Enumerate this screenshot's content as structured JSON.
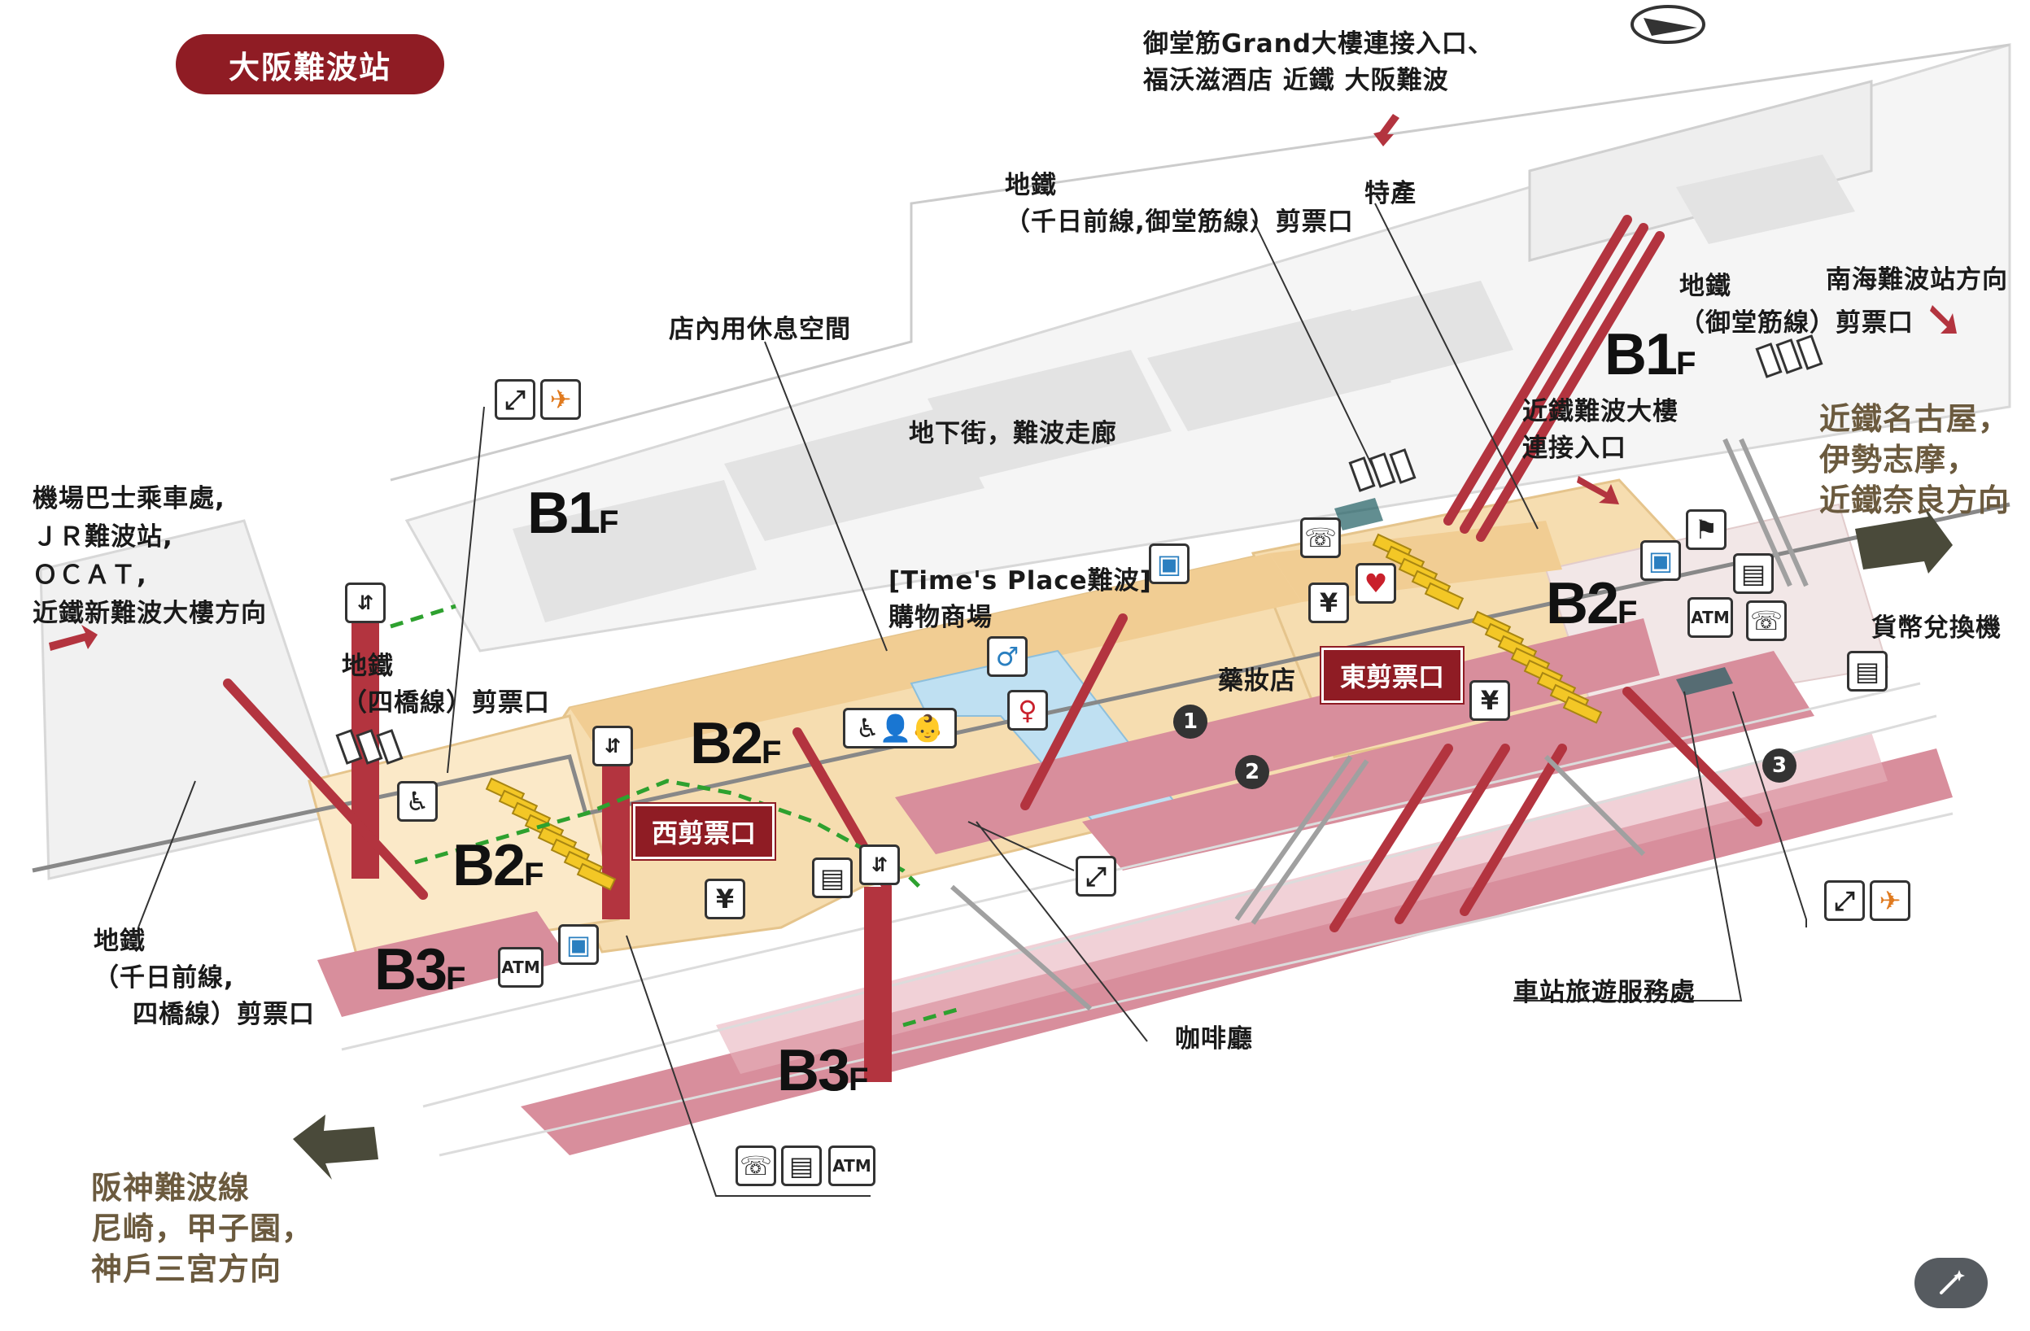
{
  "station_title": "大阪難波站",
  "floors": {
    "b1_left": "B1",
    "b1_right": "B1",
    "b2_left": "B2",
    "b2_center": "B2",
    "b2_right": "B2",
    "b3_left": "B3",
    "b3_center": "B3",
    "suffix": "F"
  },
  "gates": {
    "west": "西剪票口",
    "east": "東剪票口"
  },
  "labels": {
    "top_exit": [
      "御堂筋Grand大樓連接入口、",
      "福沃滋酒店 近鐵 大阪難波"
    ],
    "subway_sennichimae_midosuji": [
      "地鐵",
      "（千日前線,御堂筋線）剪票口"
    ],
    "specialty": "特產",
    "rest_space": "店內用休息空間",
    "underground_street": "地下街，難波走廊",
    "times_place": [
      "[Time's Place難波]",
      "購物商場"
    ],
    "subway_midosuji_right": [
      "地鐵",
      "（御堂筋線）剪票口"
    ],
    "nankai_direction": "南海難波站方向",
    "kintetsu_building": [
      "近鐵難波大樓",
      "連接入口"
    ],
    "airport_bus": [
      "機場巴士乘車處,",
      "ＪＲ難波站,",
      "ＯＣＡＴ,",
      "近鐵新難波大樓方向"
    ],
    "subway_yotsubashi": [
      "地鐵",
      "（四橋線）剪票口"
    ],
    "drugstore": "藥妝店",
    "currency_exchange": "貨幣兌換機",
    "subway_sennichimae_yotsubashi": [
      "地鐵",
      "（千日前線,",
      "四橋線）剪票口"
    ],
    "cafe": "咖啡廳",
    "tourist_info": "車站旅遊服務處"
  },
  "directions": {
    "kintetsu_east": [
      "近鐵名古屋，",
      "伊勢志摩，",
      "近鐵奈良方向"
    ],
    "hanshin_west": [
      "阪神難波線",
      "尼崎，甲子園，",
      "神戶三宮方向"
    ]
  },
  "icons": {
    "yen": "¥",
    "atm": "ATM",
    "numbers": [
      "1",
      "2",
      "3"
    ]
  },
  "colors": {
    "concourse": "#f6ddb0",
    "platform": "#d88e9c",
    "floor_gray": "#efefef",
    "accent_red": "#8f1c24",
    "gate_yellow": "#f3c726",
    "info_teal": "#1f5e63",
    "ic_blue": "#2a7fc0",
    "route_green": "#2ea12f",
    "arrow_dark": "#4a4a3a"
  }
}
